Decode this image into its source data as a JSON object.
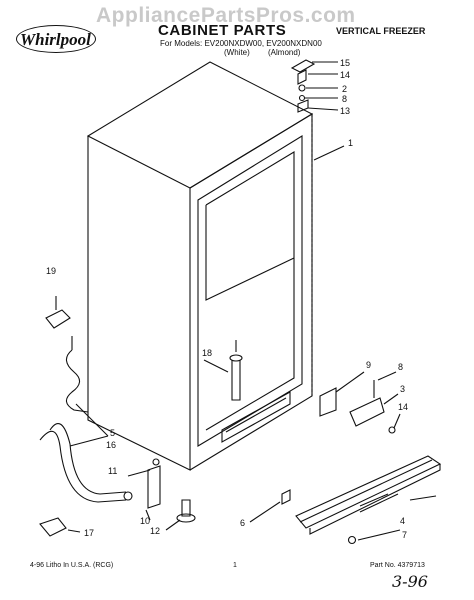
{
  "header": {
    "watermark": "AppliancePartsPros.com",
    "brand": "Whirlpool",
    "title": "CABINET PARTS",
    "subtitle": "VERTICAL FREEZER",
    "models_line": "For Models: EV200NXDW00, EV200NXDN00",
    "color_white": "(White)",
    "color_almond": "(Almond)"
  },
  "callouts": {
    "c1": "1",
    "c2": "2",
    "c3": "3",
    "c4": "4",
    "c5": "5",
    "c6": "6",
    "c7": "7",
    "c8a": "8",
    "c8b": "8",
    "c9": "9",
    "c10": "10",
    "c11": "11",
    "c12": "12",
    "c13": "13",
    "c14a": "14",
    "c14b": "14",
    "c15": "15",
    "c16": "16",
    "c17": "17",
    "c18": "18",
    "c19": "19"
  },
  "footer": {
    "left": "4-96 Litho In U.S.A. (RCG)",
    "page": "1",
    "part_no": "Part No. 4379713",
    "handwritten": "3-96"
  }
}
